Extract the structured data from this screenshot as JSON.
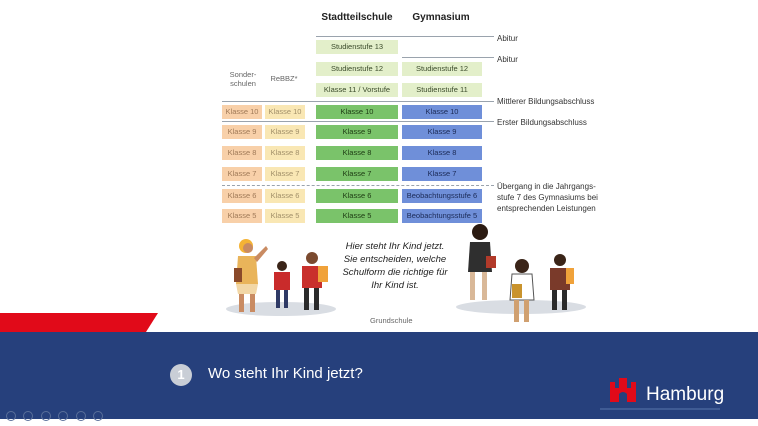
{
  "diagram": {
    "columns": {
      "stadtteilschule": "Stadtteilschule",
      "gymnasium": "Gymnasium",
      "sonderschulen": "Sonder-\nschulen",
      "rebbz": "ReBBZ*"
    },
    "stadtteilschule_cells": [
      "Studienstufe 13",
      "Studienstufe 12",
      "Klasse 11 / Vorstufe",
      "Klasse 10",
      "Klasse 9",
      "Klasse 8",
      "Klasse 7",
      "Klasse 6",
      "Klasse 5"
    ],
    "gymnasium_cells": [
      "Studienstufe 12",
      "Studienstufe 11",
      "Klasse 10",
      "Klasse 9",
      "Klasse 8",
      "Klasse 7",
      "Beobachtungsstufe 6",
      "Beobachtungsstufe 5"
    ],
    "sonderschulen_cells": [
      "Klasse 10",
      "Klasse 9",
      "Klasse 8",
      "Klasse 7",
      "Klasse 6",
      "Klasse 5"
    ],
    "rebbz_cells": [
      "Klasse 10",
      "Klasse 9",
      "Klasse 8",
      "Klasse 7",
      "Klasse 6",
      "Klasse 5"
    ],
    "annotations": {
      "abitur_1": "Abitur",
      "abitur_2": "Abitur",
      "mittlerer": "Mittlerer Bildungsabschluss",
      "erster": "Erster Bildungsabschluss",
      "uebergang": "Übergang in die Jahrgangs-\nstufe 7 des Gymnasiums bei\nentsprechenden Leistungen"
    },
    "caption": "Hier steht Ihr Kind jetzt.\nSie entscheiden, welche\nSchulform die richtige für\nIhr Kind ist.",
    "grundschule": "Grundschule"
  },
  "banner": {
    "step_number": "1",
    "title": "Wo steht Ihr Kind jetzt?",
    "brand": "Hamburg"
  },
  "colors": {
    "banner": "#26407c",
    "red": "#e10a19",
    "green": "#7ac36a",
    "blue": "#6f8fd9"
  }
}
